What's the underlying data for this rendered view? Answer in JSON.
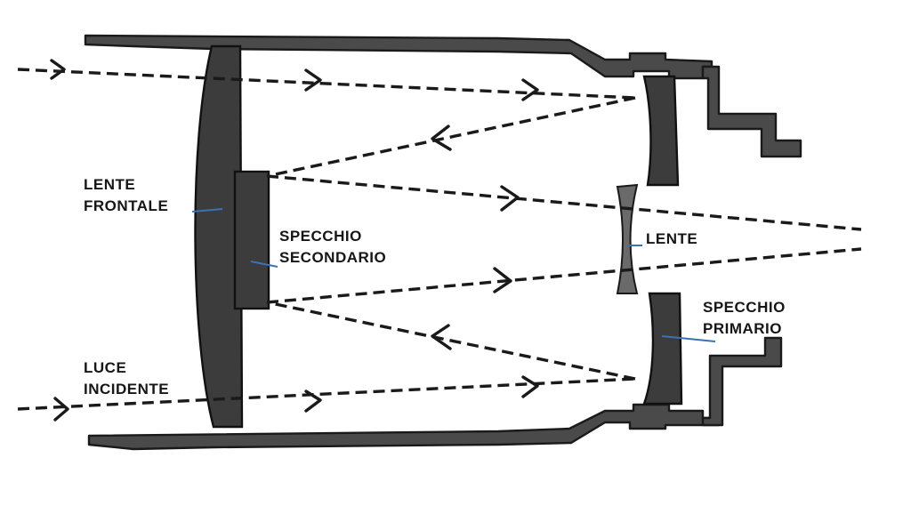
{
  "labels": {
    "front_lens": [
      "LENTE",
      "FRONTALE"
    ],
    "secondary_mirror": [
      "SPECCHIO",
      "SECONDARIO"
    ],
    "lens": [
      "LENTE"
    ],
    "primary_mirror": [
      "SPECCHIO",
      "PRIMARIO"
    ],
    "incident_light": [
      "LUCE",
      "INCIDENTE"
    ]
  },
  "colors": {
    "body": "#4a4a4a",
    "ray": "#1a1a1a",
    "leader_line": "#3a72b5"
  }
}
